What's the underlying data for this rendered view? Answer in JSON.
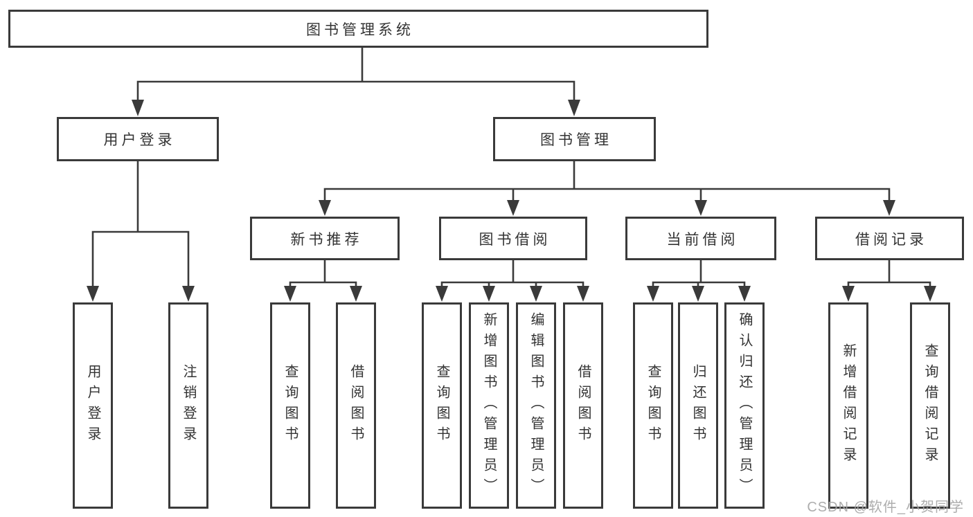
{
  "tree": {
    "root": "图书管理系统",
    "branches": [
      {
        "label": "用户登录",
        "children": [
          "用户登录",
          "注销登录"
        ]
      },
      {
        "label": "图书管理",
        "groups": [
          {
            "label": "新书推荐",
            "children": [
              "查询图书",
              "借阅图书"
            ]
          },
          {
            "label": "图书借阅",
            "children": [
              "查询图书",
              "新增图书（管理员）",
              "编辑图书（管理员）",
              "借阅图书"
            ]
          },
          {
            "label": "当前借阅",
            "children": [
              "查询图书",
              "归还图书",
              "确认归还（管理员）"
            ]
          },
          {
            "label": "借阅记录",
            "children": [
              "新增借阅记录",
              "查询借阅记录"
            ]
          }
        ]
      }
    ]
  },
  "watermark": "CSDN @软件_小贺同学",
  "colors": {
    "line": "#3a3a3a",
    "text": "#333333",
    "background": "#ffffff",
    "watermark": "#a6a6a6"
  }
}
